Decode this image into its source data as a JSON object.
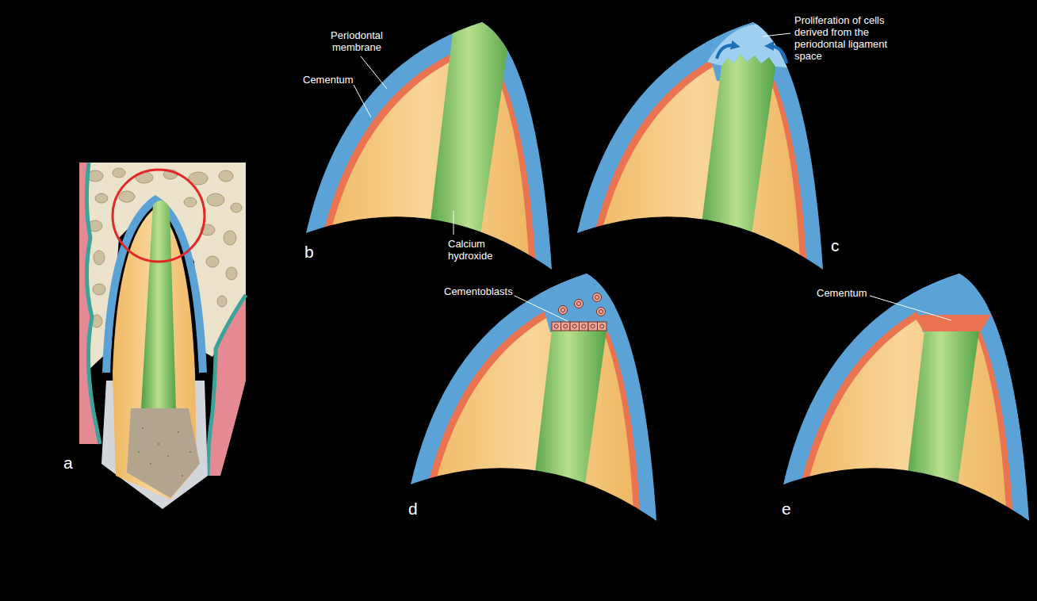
{
  "diagram": {
    "labels": [
      "a",
      "b",
      "Periodontal membrane",
      "Cementum",
      "Calcium hydroxide",
      "c",
      "Proliferation of cells derived from the periodontal ligament space",
      "d",
      "Cementoblasts",
      "e",
      "Cementum"
    ]
  }
}
